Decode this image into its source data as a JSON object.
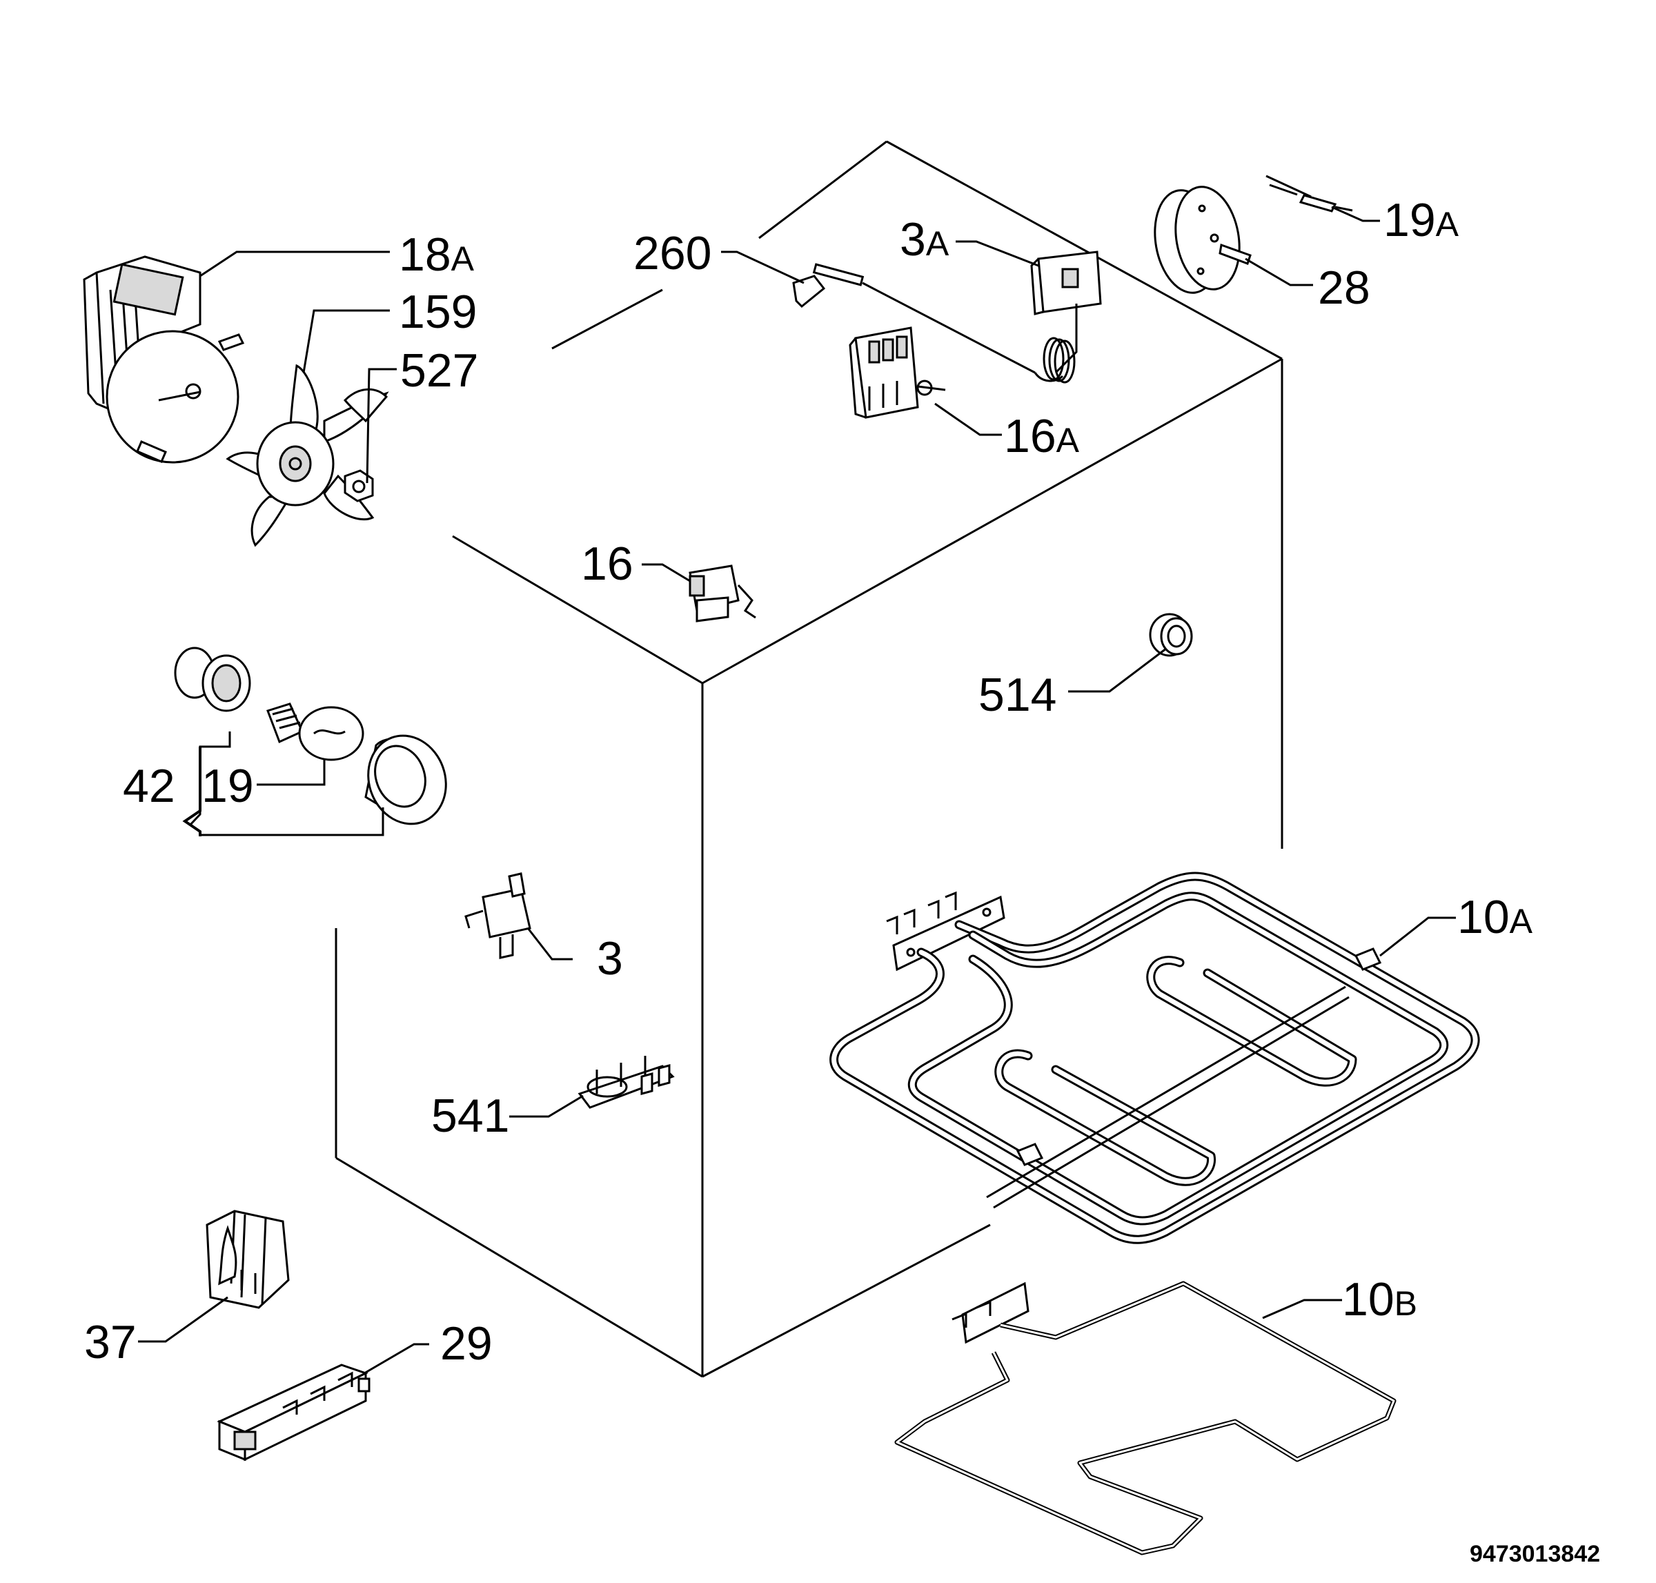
{
  "diagram_code": "9473013842",
  "labels": {
    "p18a": {
      "num": "18",
      "suffix": "A"
    },
    "p159": {
      "num": "159"
    },
    "p527": {
      "num": "527"
    },
    "p260": {
      "num": "260"
    },
    "p3a": {
      "num": "3",
      "suffix": "A"
    },
    "p19a": {
      "num": "19",
      "suffix": "A"
    },
    "p28": {
      "num": "28"
    },
    "p16a": {
      "num": "16",
      "suffix": "A"
    },
    "p16": {
      "num": "16"
    },
    "p514": {
      "num": "514"
    },
    "p42": {
      "num": "42"
    },
    "p19": {
      "num": "19"
    },
    "p3": {
      "num": "3"
    },
    "p10a": {
      "num": "10",
      "suffix": "A"
    },
    "p541": {
      "num": "541"
    },
    "p10b": {
      "num": "10",
      "suffix": "B"
    },
    "p37": {
      "num": "37"
    },
    "p29": {
      "num": "29"
    }
  }
}
